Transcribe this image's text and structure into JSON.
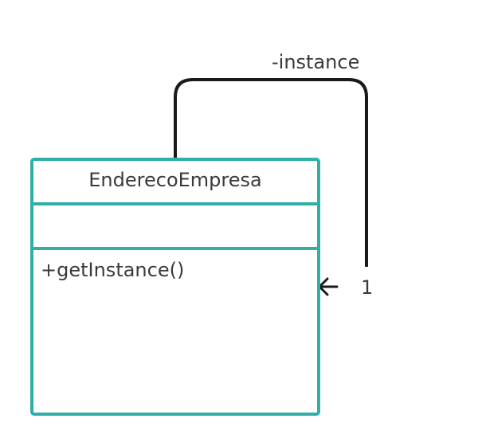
{
  "diagram": {
    "class": {
      "name": "EnderecoEmpresa",
      "attributes": [],
      "methods": [
        "+getInstance()"
      ]
    },
    "association": {
      "role": "-instance",
      "multiplicity": "1"
    },
    "colors": {
      "class_border": "#2fb0a6",
      "association_line": "#1a1a1a",
      "text": "#3a3a3a"
    }
  }
}
